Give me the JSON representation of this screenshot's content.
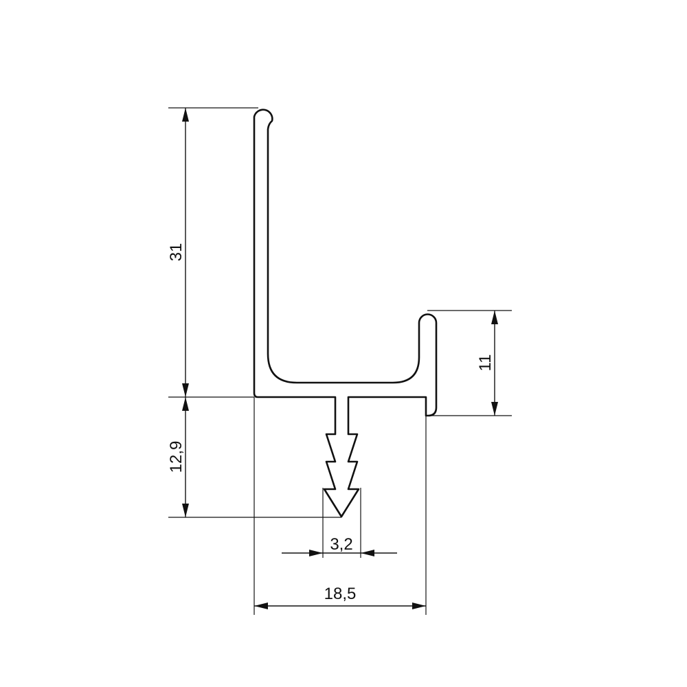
{
  "drawing": {
    "title": "Profile cross-section",
    "dimensions": {
      "height_upper": "31",
      "height_lower": "12,9",
      "lip_height": "11",
      "stem_width": "3,2",
      "total_width": "18,5"
    },
    "colors": {
      "line": "#111111",
      "background": "#ffffff"
    }
  }
}
